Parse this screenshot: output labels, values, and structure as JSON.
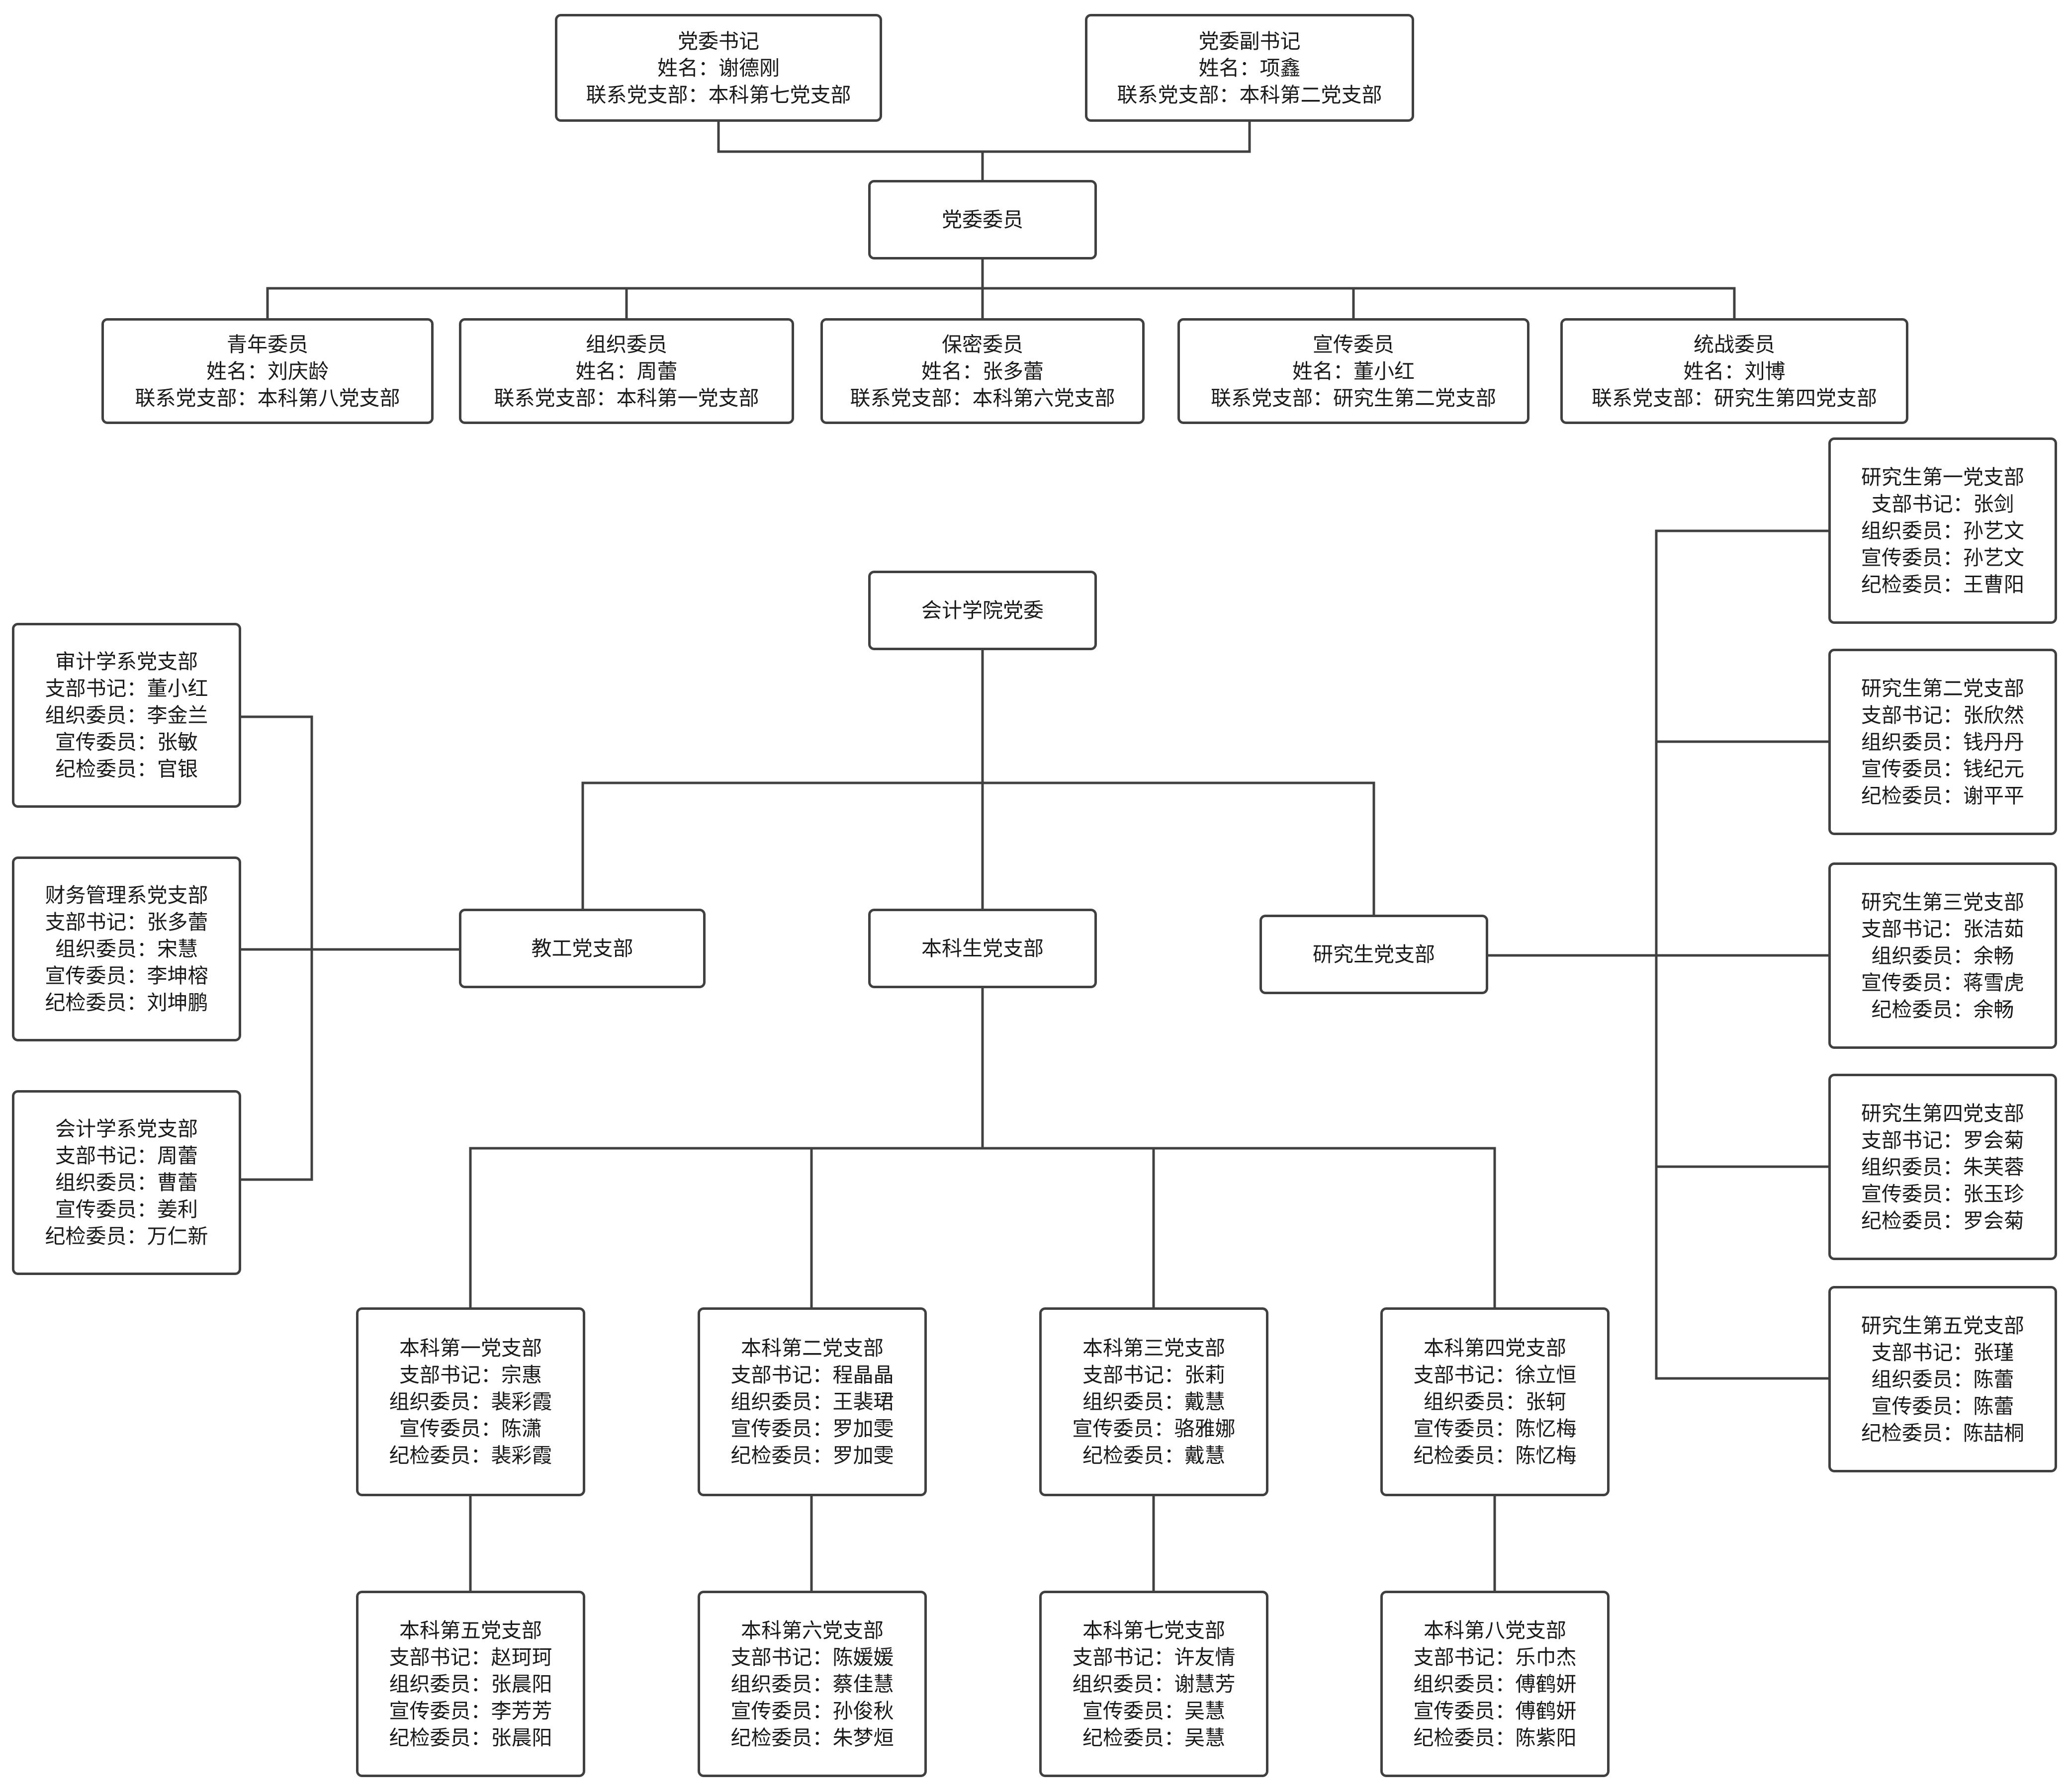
{
  "committee": {
    "secretary": [
      "党委书记",
      "姓名：谢德刚",
      "联系党支部：本科第七党支部"
    ],
    "deputy_secretary": [
      "党委副书记",
      "姓名：项鑫",
      "联系党支部：本科第二党支部"
    ],
    "members_title": "党委委员",
    "members": [
      [
        "青年委员",
        "姓名：刘庆龄",
        "联系党支部：本科第八党支部"
      ],
      [
        "组织委员",
        "姓名：周蕾",
        "联系党支部：本科第一党支部"
      ],
      [
        "保密委员",
        "姓名：张多蕾",
        "联系党支部：本科第六党支部"
      ],
      [
        "宣传委员",
        "姓名：董小红",
        "联系党支部：研究生第二党支部"
      ],
      [
        "统战委员",
        "姓名：刘博",
        "联系党支部：研究生第四党支部"
      ]
    ]
  },
  "root": "会计学院党委",
  "branches": {
    "staff": {
      "title": "教工党支部",
      "children": [
        [
          "审计学系党支部",
          "支部书记：董小红",
          "组织委员：李金兰",
          "宣传委员：张敏",
          "纪检委员：官银"
        ],
        [
          "财务管理系党支部",
          "支部书记：张多蕾",
          "组织委员：宋慧",
          "宣传委员：李坤榕",
          "纪检委员：刘坤鹏"
        ],
        [
          "会计学系党支部",
          "支部书记：周蕾",
          "组织委员：曹蕾",
          "宣传委员：姜利",
          "纪检委员：万仁新"
        ]
      ]
    },
    "undergrad": {
      "title": "本科生党支部",
      "children": [
        [
          "本科第一党支部",
          "支部书记：宗惠",
          "组织委员：裴彩霞",
          "宣传委员：陈潇",
          "纪检委员：裴彩霞"
        ],
        [
          "本科第二党支部",
          "支部书记：程晶晶",
          "组织委员：王裴珺",
          "宣传委员：罗加雯",
          "纪检委员：罗加雯"
        ],
        [
          "本科第三党支部",
          "支部书记：张莉",
          "组织委员：戴慧",
          "宣传委员：骆雅娜",
          "纪检委员：戴慧"
        ],
        [
          "本科第四党支部",
          "支部书记：徐立恒",
          "组织委员：张轲",
          "宣传委员：陈忆梅",
          "纪检委员：陈忆梅"
        ],
        [
          "本科第五党支部",
          "支部书记：赵珂珂",
          "组织委员：张晨阳",
          "宣传委员：李芳芳",
          "纪检委员：张晨阳"
        ],
        [
          "本科第六党支部",
          "支部书记：陈媛媛",
          "组织委员：蔡佳慧",
          "宣传委员：孙俊秋",
          "纪检委员：朱梦烜"
        ],
        [
          "本科第七党支部",
          "支部书记：许友情",
          "组织委员：谢慧芳",
          "宣传委员：吴慧",
          "纪检委员：吴慧"
        ],
        [
          "本科第八党支部",
          "支部书记：乐巾杰",
          "组织委员：傅鹤妍",
          "宣传委员：傅鹤妍",
          "纪检委员：陈紫阳"
        ]
      ]
    },
    "grad": {
      "title": "研究生党支部",
      "children": [
        [
          "研究生第一党支部",
          "支部书记：张剑",
          "组织委员：孙艺文",
          "宣传委员：孙艺文",
          "纪检委员：王曹阳"
        ],
        [
          "研究生第二党支部",
          "支部书记：张欣然",
          "组织委员：钱丹丹",
          "宣传委员：钱纪元",
          "纪检委员：谢平平"
        ],
        [
          "研究生第三党支部",
          "支部书记：张洁茹",
          "组织委员：余畅",
          "宣传委员：蒋雪虎",
          "纪检委员：余畅"
        ],
        [
          "研究生第四党支部",
          "支部书记：罗会菊",
          "组织委员：朱芙蓉",
          "宣传委员：张玉珍",
          "纪检委员：罗会菊"
        ],
        [
          "研究生第五党支部",
          "支部书记：张瑾",
          "组织委员：陈蕾",
          "宣传委员：陈蕾",
          "纪检委员：陈喆桐"
        ]
      ]
    }
  }
}
